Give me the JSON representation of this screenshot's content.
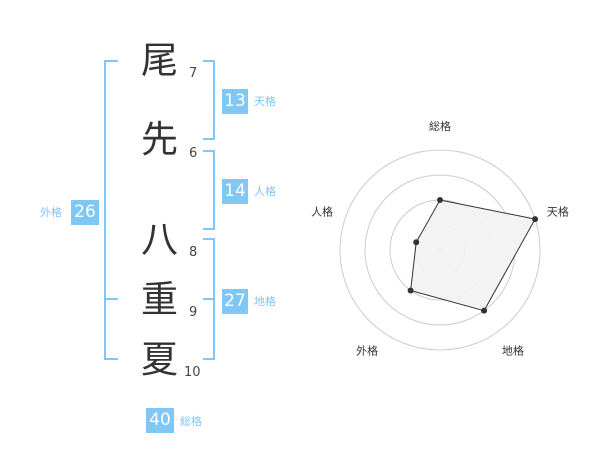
{
  "name": {
    "chars": [
      {
        "char": "尾",
        "strokes": "7"
      },
      {
        "char": "先",
        "strokes": "6"
      },
      {
        "char": "八",
        "strokes": "8"
      },
      {
        "char": "重",
        "strokes": "9"
      },
      {
        "char": "夏",
        "strokes": "10"
      }
    ]
  },
  "kaku": {
    "tenkaku": {
      "value": "13",
      "label": "天格"
    },
    "jinkaku": {
      "value": "14",
      "label": "人格"
    },
    "chikaku": {
      "value": "27",
      "label": "地格"
    },
    "gaikaku": {
      "value": "26",
      "label": "外格"
    },
    "soukaku": {
      "value": "40",
      "label": "総格"
    }
  },
  "colors": {
    "accent": "#7fc7f4",
    "text": "#333333",
    "ring": "#cccccc",
    "polygon_fill": "#f2f2f2"
  },
  "chart_data": {
    "type": "radar",
    "axes": [
      "総格",
      "天格",
      "地格",
      "外格",
      "人格"
    ],
    "values": [
      2,
      4,
      3,
      2,
      1
    ],
    "max": 4
  }
}
